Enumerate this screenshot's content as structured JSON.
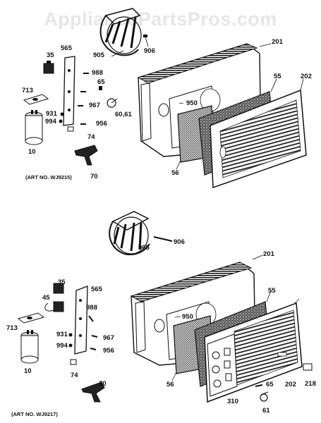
{
  "watermark": "AppliancePartsPros.com",
  "top_diagram": {
    "caption": "(ART NO. WJ9215)",
    "labels": {
      "p905": "905",
      "p906": "906",
      "p201": "201",
      "p565": "565",
      "p35": "35",
      "p988": "988",
      "p65": "65",
      "p713": "713",
      "p967": "967",
      "p950": "950",
      "p55": "55",
      "p202": "202",
      "p6061": "60,61",
      "p931": "931",
      "p994": "994",
      "p956": "956",
      "p74": "74",
      "p10": "10",
      "p70": "70",
      "p56": "56"
    }
  },
  "bottom_diagram": {
    "caption": "(ART NO. WJ9217)",
    "labels": {
      "p905": "905",
      "p906": "906",
      "p201": "201",
      "p35": "35",
      "p565": "565",
      "p45": "45",
      "p988": "988",
      "p55": "55",
      "p950": "950",
      "p713": "713",
      "p931": "931",
      "p967": "967",
      "p994": "994",
      "p956": "956",
      "p10": "10",
      "p74": "74",
      "p70": "70",
      "p56": "56",
      "p65": "65",
      "p202": "202",
      "p218": "218",
      "p310": "310",
      "p61": "61"
    }
  }
}
